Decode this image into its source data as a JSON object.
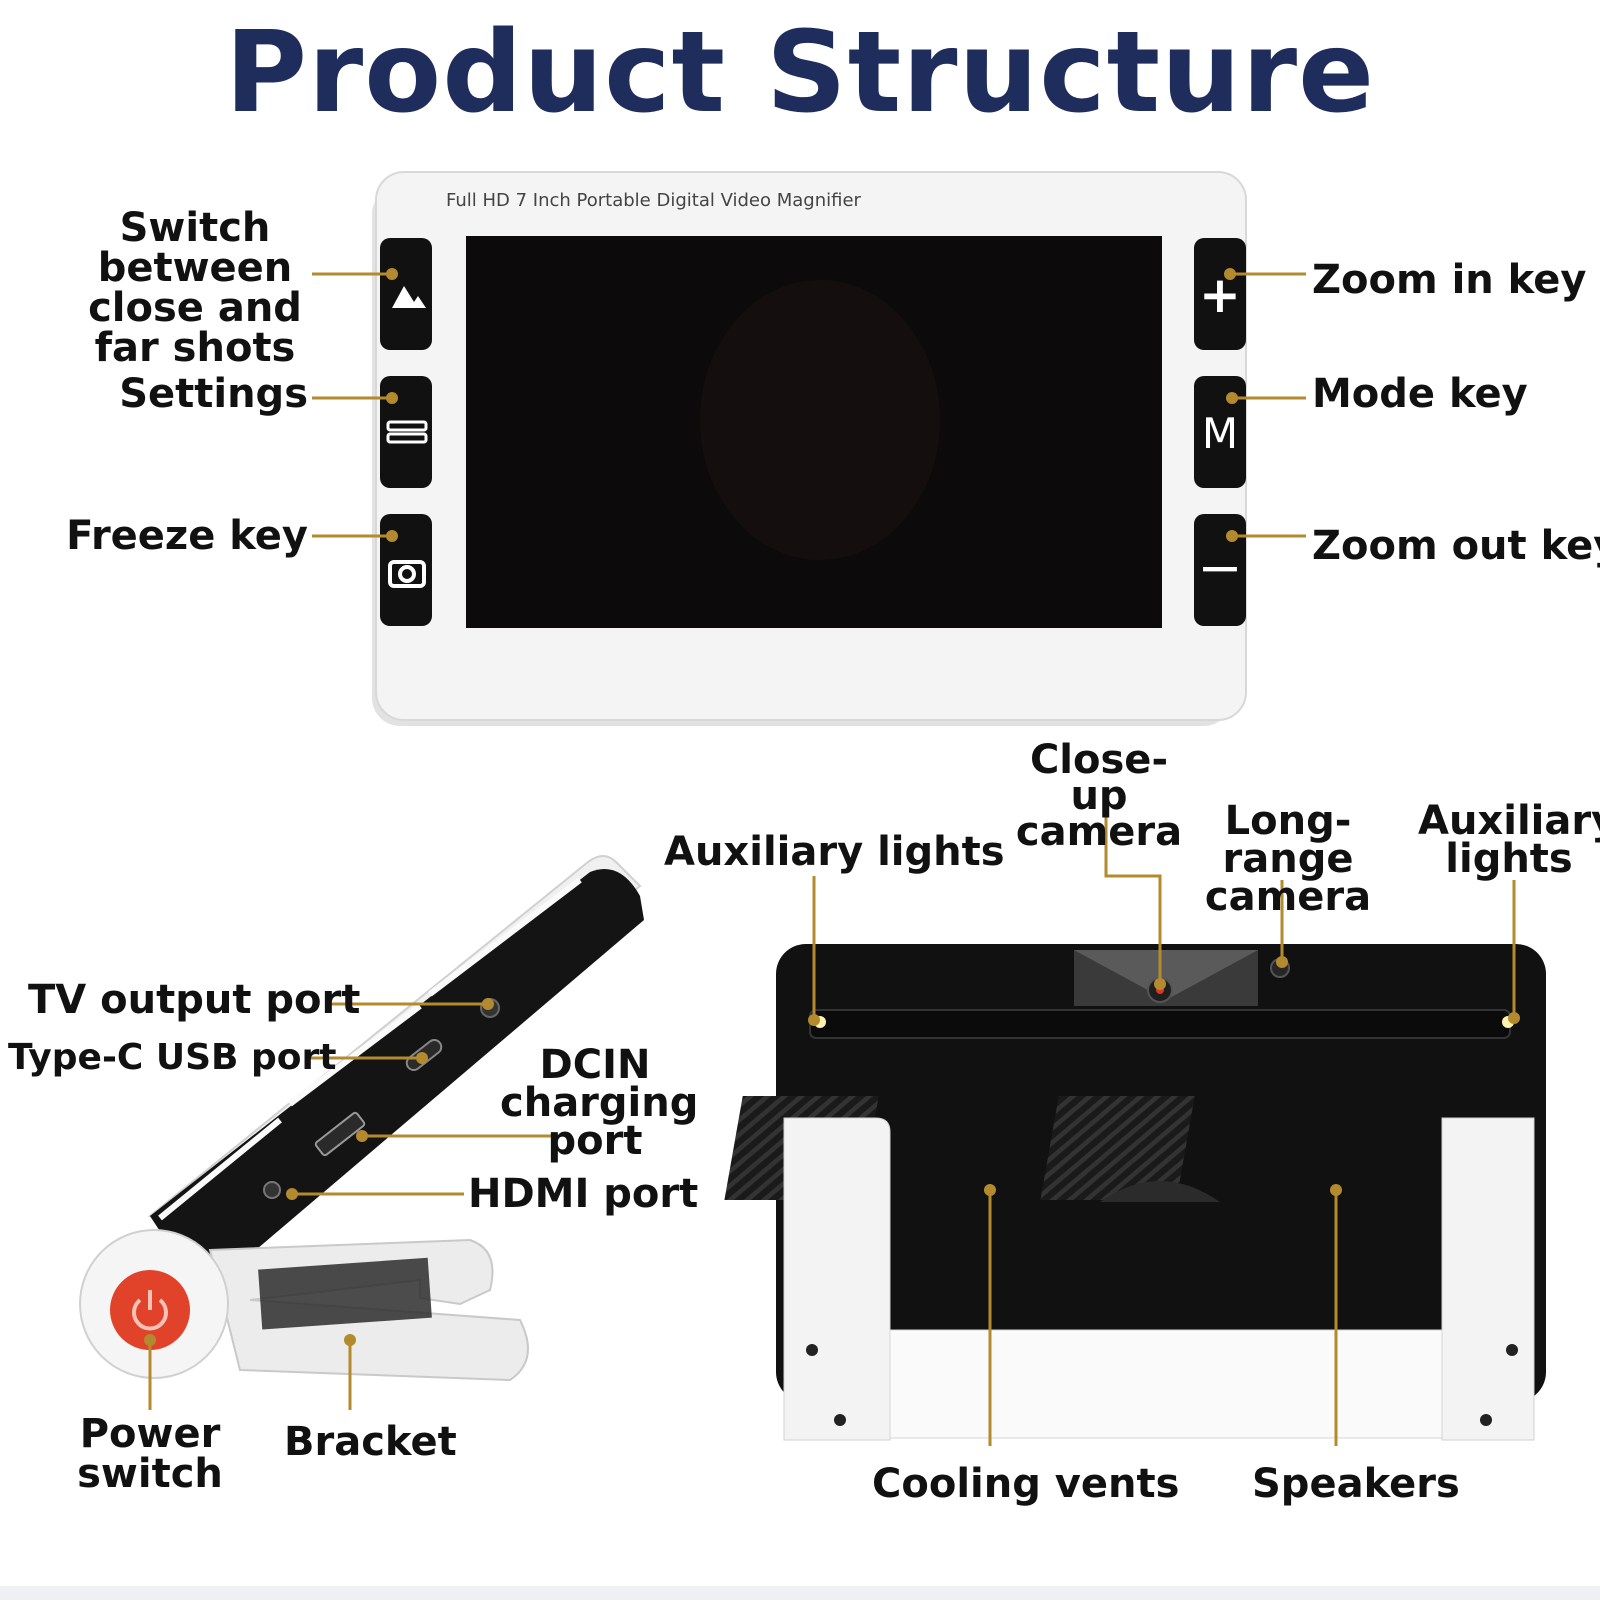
{
  "title": "Product Structure",
  "device_text": "Full HD 7 Inch Portable Digital Video Magnifier",
  "button_glyphs": {
    "zoom_in": "+",
    "mode": "M",
    "zoom_out": "−"
  },
  "labels": {
    "switch_shots": [
      "Switch between",
      "close and",
      "far shots"
    ],
    "settings": "Settings",
    "freeze": "Freeze key",
    "zoom_in": "Zoom in key",
    "mode": "Mode key",
    "zoom_out": "Zoom out key",
    "tv_output": "TV output port",
    "type_c": "Type-C USB port",
    "dcin": [
      "DCIN",
      "charging",
      "port"
    ],
    "hdmi": "HDMI port",
    "power": [
      "Power",
      "switch"
    ],
    "bracket": "Bracket",
    "aux_lights_left": "Auxiliary lights",
    "closeup_camera": [
      "Close-up",
      "camera"
    ],
    "longrange_camera": [
      "Long-range",
      "camera"
    ],
    "aux_lights_right": [
      "Auxiliary",
      "lights"
    ],
    "cooling_vents": "Cooling vents",
    "speakers": "Speakers"
  },
  "colors": {
    "title": "#1f2d5c",
    "leader": "#b38a2e",
    "body_white": "#f2f2f2",
    "screen": "#0c0a0a",
    "keys": "#111111",
    "power_button": "#e0432a"
  },
  "icons": [
    "mountain-icon",
    "settings-icon",
    "camera-icon",
    "plus-icon",
    "m-icon",
    "minus-icon",
    "power-icon"
  ]
}
